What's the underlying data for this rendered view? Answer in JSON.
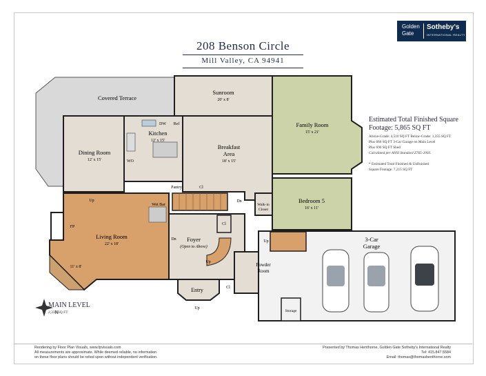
{
  "brand": {
    "left": "Golden Gate",
    "right": "Sotheby's",
    "tagline": "INTERNATIONAL REALTY",
    "color": "#0f2b4e"
  },
  "header": {
    "address": "208 Benson Circle",
    "city": "Mill Valley, CA 94941"
  },
  "estimate": {
    "title": "Estimated Total Finished Square Footage: 5,865 SQ FT",
    "line1": "Above-Grade: 4,510 SQ FT    Below-Grade: 1,355 SQ FT",
    "line2": "Plus 660 SQ FT 3-Car Garage on Main Level",
    "line3": "Plus 690 SQ FT Shed",
    "line4": "Calculated per ANSI Standard Z765-2003.",
    "note1": "* Estimated Total Finished & Unfinished",
    "note2": "Square Footage: 7,215 SQ FT"
  },
  "rooms": {
    "covered_terrace": "Covered Terrace",
    "sunroom": "Sunroom",
    "sunroom_dim": "20' x 8'",
    "family_room": "Family Room",
    "family_room_dim": "15' x 21'",
    "kitchen": "Kitchen",
    "kitchen_dim": "12' x 15'",
    "dining_room": "Dining Room",
    "dining_room_dim": "12' x 15'",
    "breakfast": "Breakfast",
    "breakfast2": "Area",
    "breakfast_dim": "18' x 15'",
    "bedroom5": "Bedroom 5",
    "bedroom5_dim": "16' x 11'",
    "living_room": "Living Room",
    "living_room_dim": "22' x 18'",
    "bay_dim": "11' x 8'",
    "foyer": "Foyer",
    "foyer_sub": "(Open to Above)",
    "garage": "3-Car",
    "garage2": "Garage",
    "powder": "Powder",
    "powder2": "Room",
    "entry": "Entry",
    "walkin": "Walk-in",
    "walkin2": "Closet",
    "storage": "Storage",
    "pantry": "Pantry",
    "wetbar": "Wet Bar",
    "fp": "FP",
    "dw": "DW",
    "ref": "Ref",
    "wo": "WO",
    "cl": "Cl",
    "up": "Up",
    "dn": "Dn"
  },
  "level": {
    "name": "MAIN LEVEL",
    "sqft": "2,330 SQ FT"
  },
  "compass": "N",
  "footer": {
    "left1": "Rendering by Floor Plan Visuals, www.fpvisuals.com",
    "left2": "All measurements are approximate. While deemed reliable, no information",
    "left3": "on these floor plans should be relied upon without independent verification.",
    "right1": "Presented by Thomas Henthorne, Golden Gate Sotheby's International Realty",
    "right2": "Tel: 415.847.5584",
    "right3": "Email: thomas@thomashenthorne.com"
  },
  "colors": {
    "wood": "#d8a06a",
    "tile": "#e3ddd4",
    "carpet": "#cdd3a8",
    "terrace": "#d9d9d9",
    "wall": "#1e1e1e",
    "garage": "#f2f2f2"
  }
}
